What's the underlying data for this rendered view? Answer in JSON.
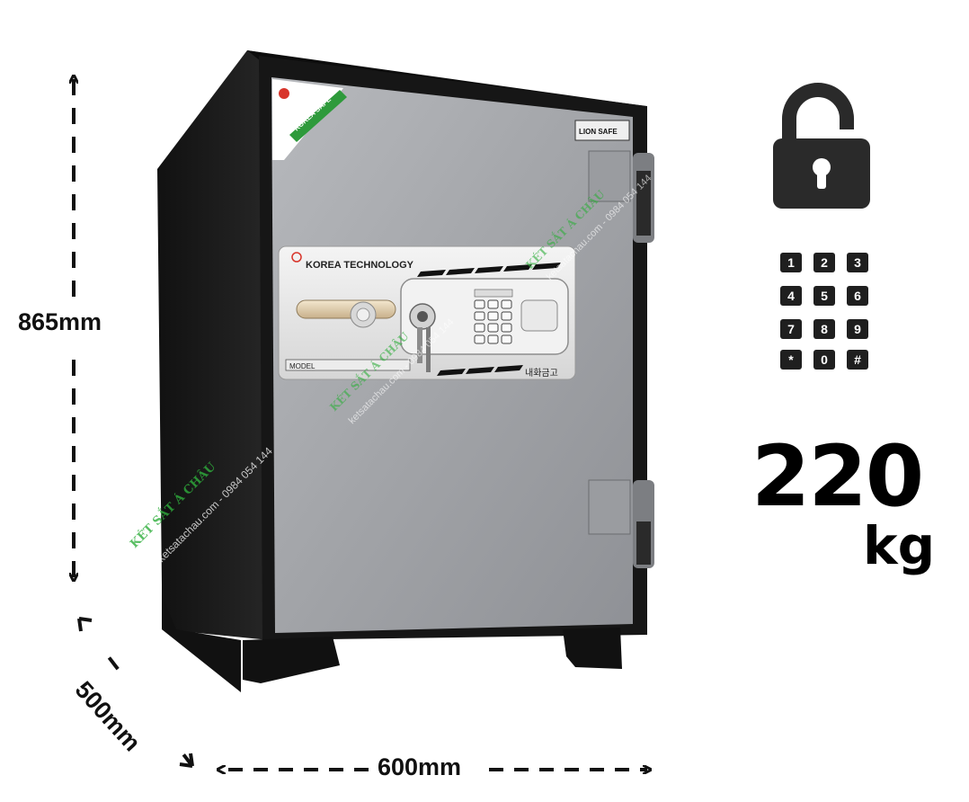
{
  "dimensions": {
    "height": "865mm",
    "depth": "500mm",
    "width": "600mm"
  },
  "weight": {
    "value": "220",
    "unit": "kg"
  },
  "keypad_keys": [
    "1",
    "2",
    "3",
    "4",
    "5",
    "6",
    "7",
    "8",
    "9",
    "*",
    "0",
    "#"
  ],
  "safe": {
    "brand_text": "KOREA TECHNOLOGY",
    "logo_text": "LION SAFE",
    "corner_badge": "KOREA SAFE",
    "model_label": "MODEL",
    "korean_text": "내화금고",
    "watermark_name": "KÉT SẮT Á CHÂU",
    "watermark_contact": "ketsatachau.com - 0984 054 144"
  },
  "colors": {
    "body": "#1b1b1b",
    "door": "#a3a5a9",
    "accent_green": "#2e9a3b",
    "arrow": "#111111"
  }
}
